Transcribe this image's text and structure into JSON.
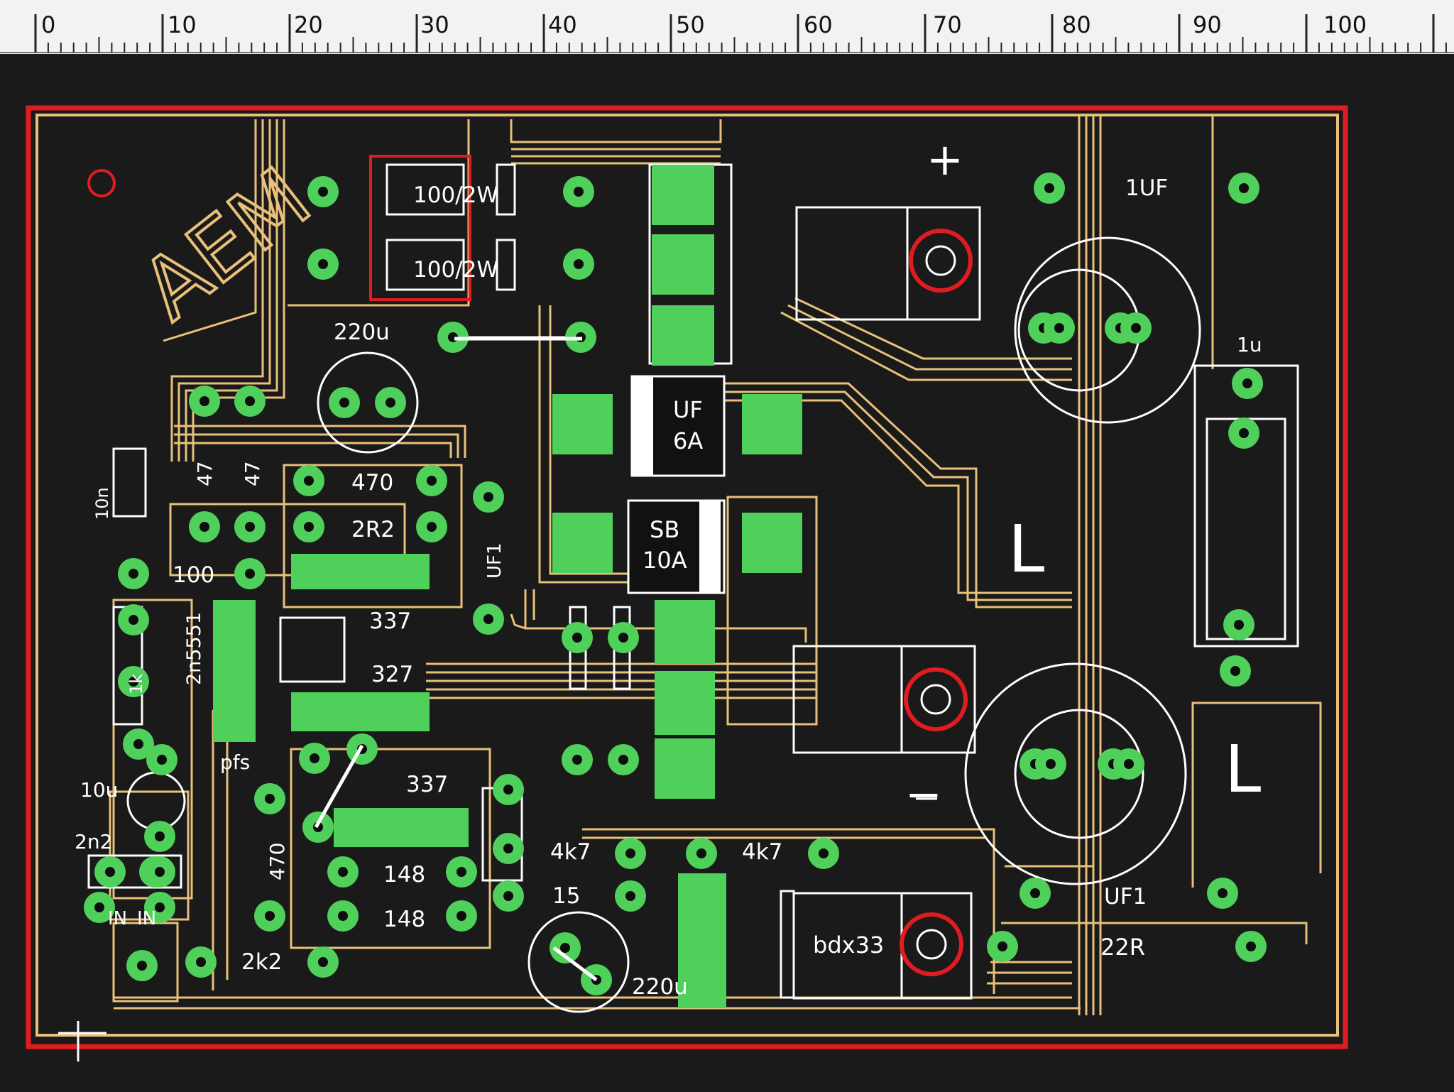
{
  "ruler": {
    "labels": [
      "0",
      "10",
      "20",
      "30",
      "40",
      "50",
      "60",
      "70",
      "80",
      "90",
      "100"
    ]
  },
  "colors": {
    "background": "#1a1a1a",
    "board_outline": "#e11b22",
    "trace": "#e8c07a",
    "pad": "#4fd05a",
    "pad_hole": "#0e0e0e",
    "silkscreen": "#ffffff",
    "ruler": "#f2f2f0"
  },
  "board": {
    "logo": "AEM",
    "components": {
      "r_100_2w_a": "100/2W",
      "r_100_2w_b": "100/2W",
      "cap_220u_top": "220u",
      "cap_1uf_top": "1UF",
      "cap_1u_right": "1u",
      "cap_10n": "10n",
      "r_47_a": "47",
      "r_47_b": "47",
      "r_470": "470",
      "r_2r2": "2R2",
      "r_100": "100",
      "diode_uf1_mid": "UF1",
      "reg_337_a": "337",
      "reg_327": "327",
      "q_2n5551": "2n5551",
      "r_1k": "1k",
      "r_pfs": "pfs",
      "cap_10u": "10u",
      "cap_2n2": "2n2",
      "in_a": "IN",
      "in_b": "IN",
      "r_2k2": "2k2",
      "r_470_v": "470",
      "reg_337_b": "337",
      "d_148_a": "148",
      "d_148_b": "148",
      "r_4k7_a": "4k7",
      "r_4k7_b": "4k7",
      "r_15": "15",
      "cap_220u_bottom": "220u",
      "fuse_uf_line1": "UF",
      "fuse_uf_line2": "6A",
      "fuse_sb_line1": "SB",
      "fuse_sb_line2": "10A",
      "bdx33": "bdx33",
      "diode_uf1_bottom": "UF1",
      "r_22r": "22R",
      "plus_top": "+",
      "minus_bottom": "−",
      "L_top": "L",
      "L_bottom": "L"
    }
  }
}
